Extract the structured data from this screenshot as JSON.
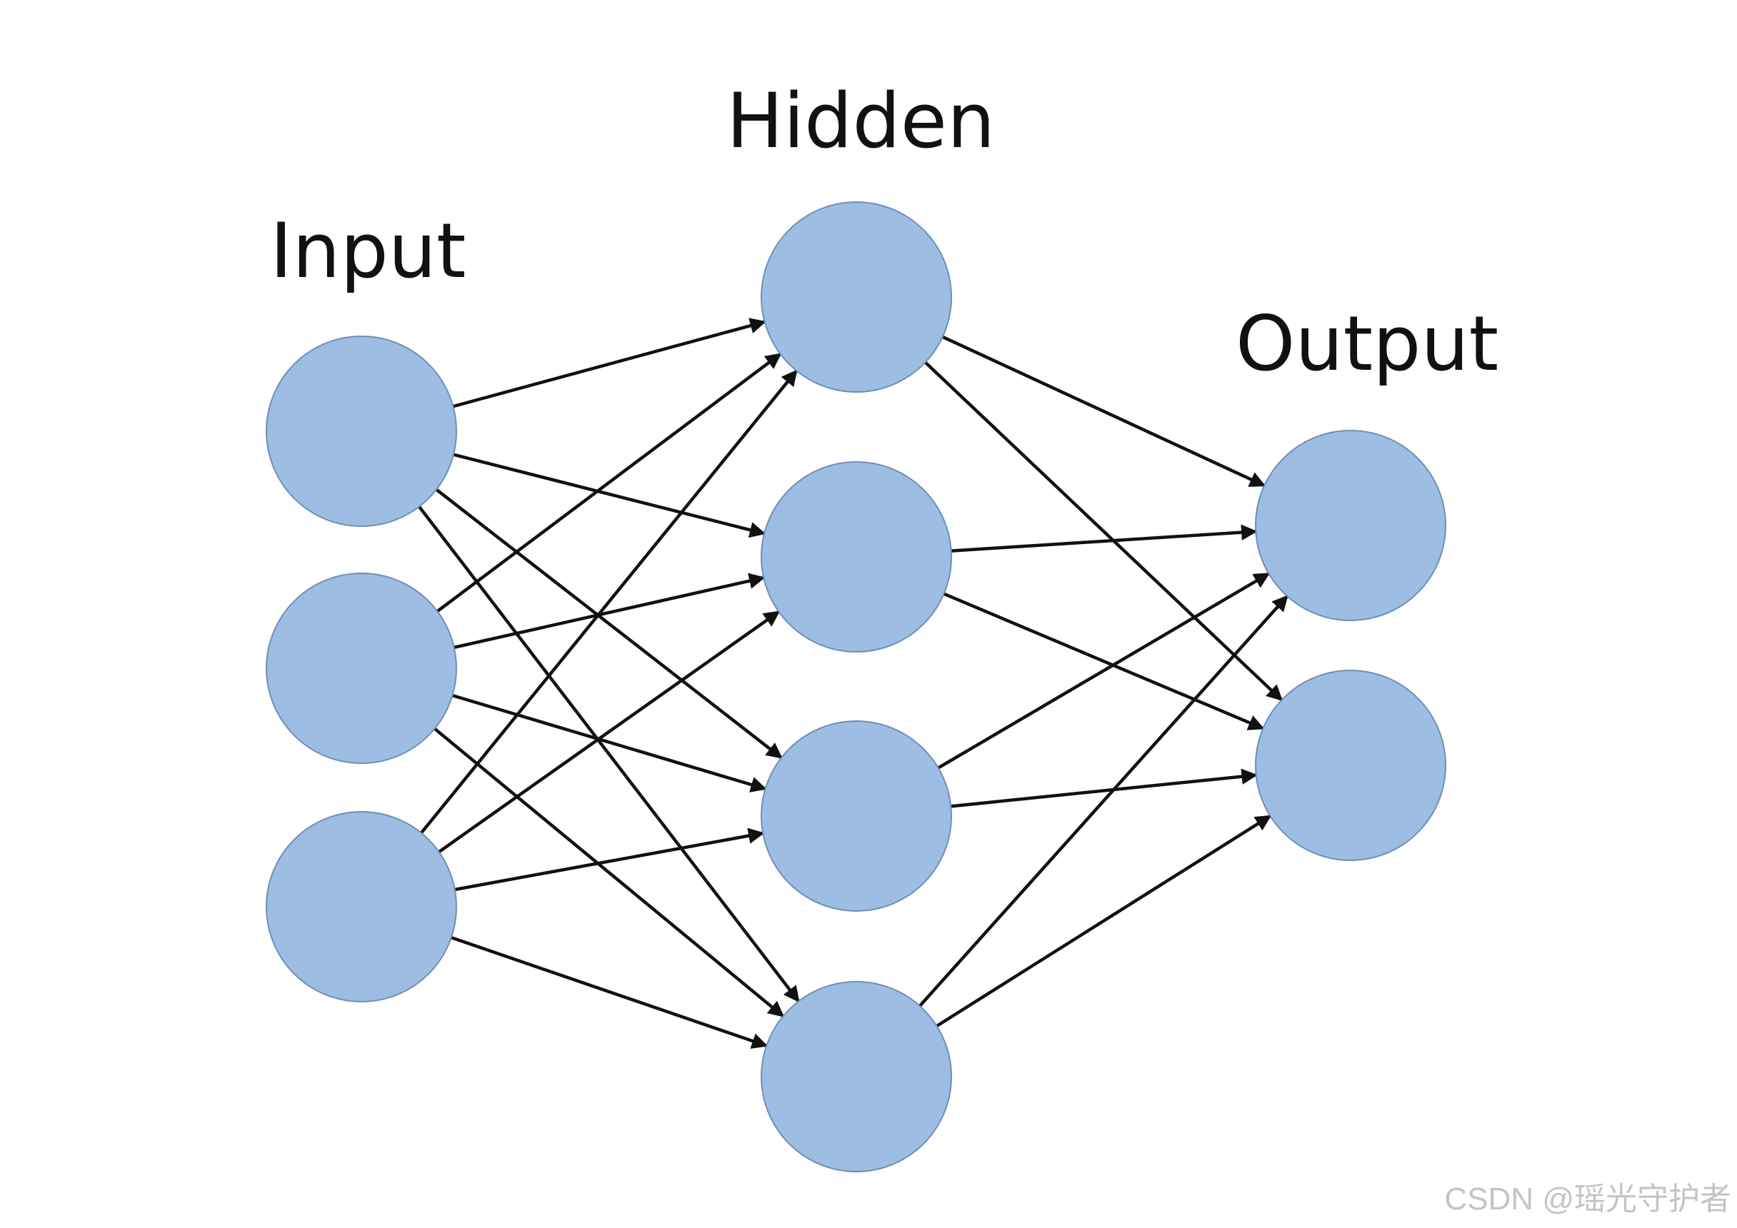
{
  "labels": {
    "input": "Input",
    "hidden": "Hidden",
    "output": "Output"
  },
  "layers": {
    "input": 3,
    "hidden": 4,
    "output": 2
  },
  "connectivity": "fully-connected",
  "colors": {
    "node_fill": "#9dbde3",
    "node_stroke": "#6f8fb8",
    "edge": "#111111",
    "label": "#111111",
    "background": "#ffffff",
    "watermark": "#c4c4c4"
  },
  "watermark": {
    "text": "CSDN @瑶光守护者"
  }
}
